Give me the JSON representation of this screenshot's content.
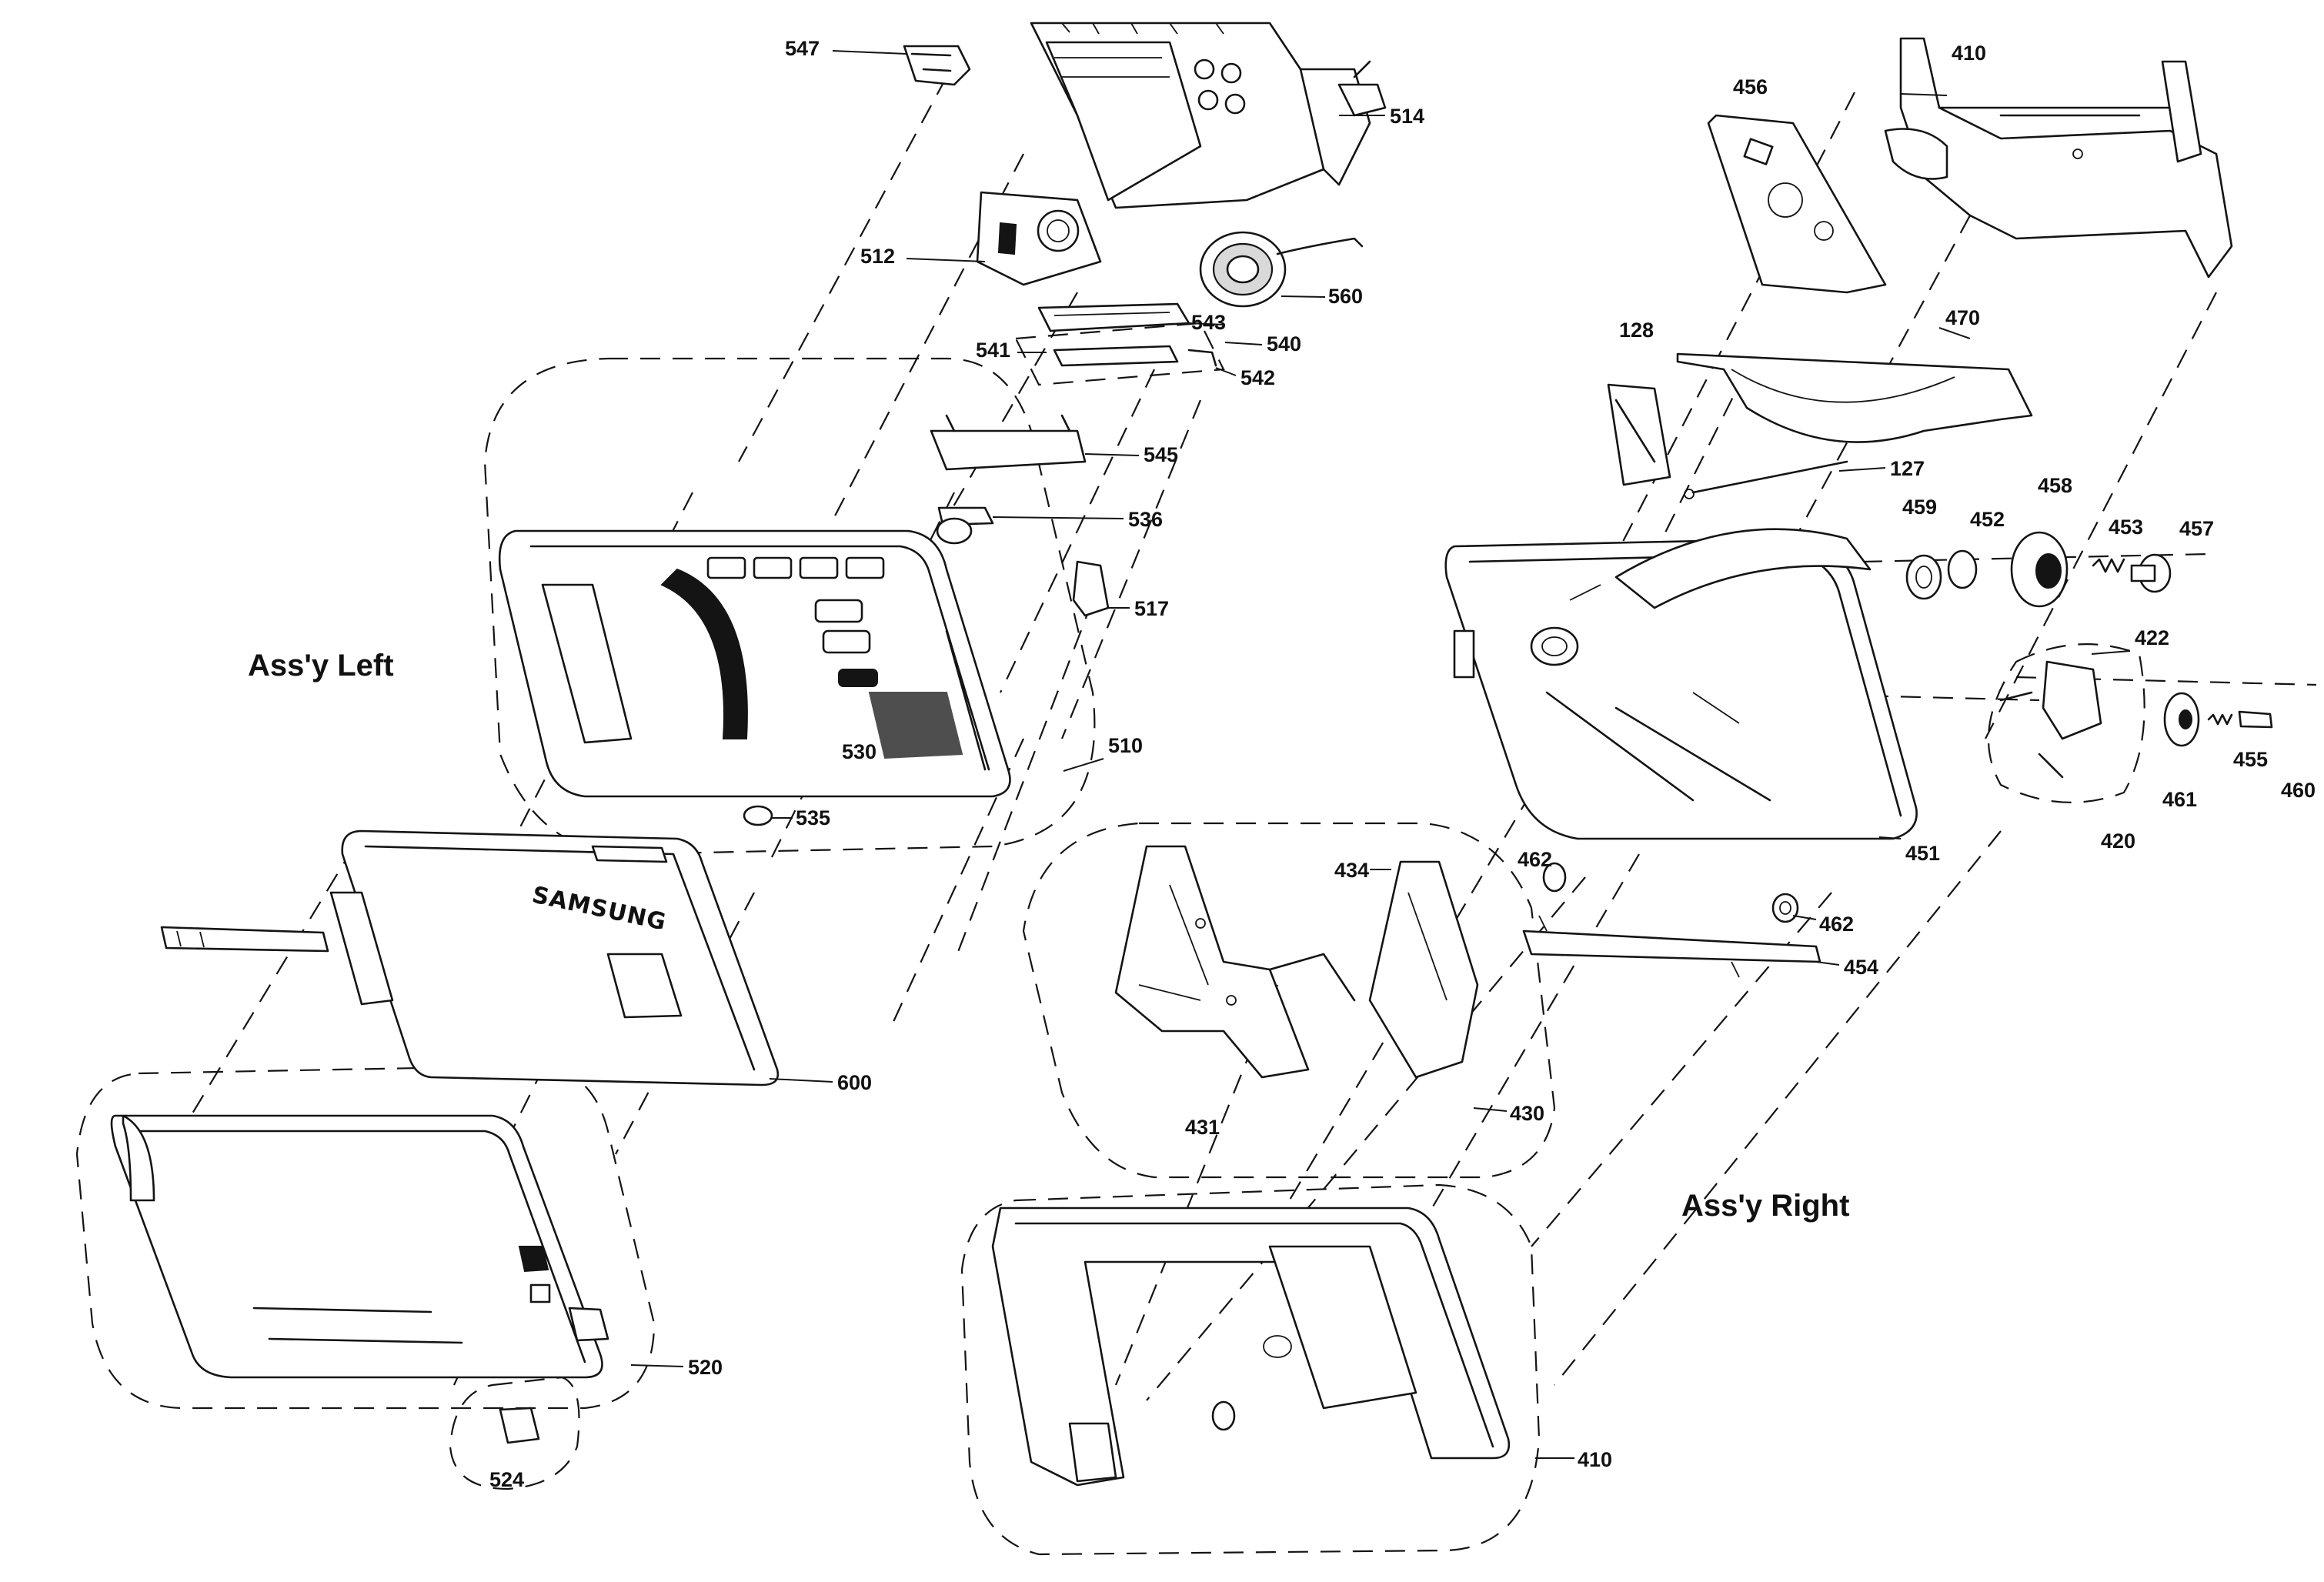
{
  "assemblies": {
    "left": "Ass'y Left",
    "right": "Ass'y Right"
  },
  "brand_mark": "SAMSUNG",
  "callouts": {
    "c547": "547",
    "c514": "514",
    "c512": "512",
    "c560": "560",
    "c543": "543",
    "c540": "540",
    "c541": "541",
    "c542": "542",
    "c545": "545",
    "c536": "536",
    "c517": "517",
    "c510": "510",
    "c530": "530",
    "c535": "535",
    "c600": "600",
    "c520": "520",
    "c524": "524",
    "c456": "456",
    "c410_top": "410",
    "c470": "470",
    "c128": "128",
    "c127": "127",
    "c459": "459",
    "c452": "452",
    "c458": "458",
    "c453": "453",
    "c457": "457",
    "c422": "422",
    "c461": "461",
    "c455": "455",
    "c460": "460",
    "c420": "420",
    "c451": "451",
    "c462_a": "462",
    "c462_b": "462",
    "c454": "454",
    "c434": "434",
    "c431": "431",
    "c430": "430",
    "c410_bottom": "410"
  }
}
